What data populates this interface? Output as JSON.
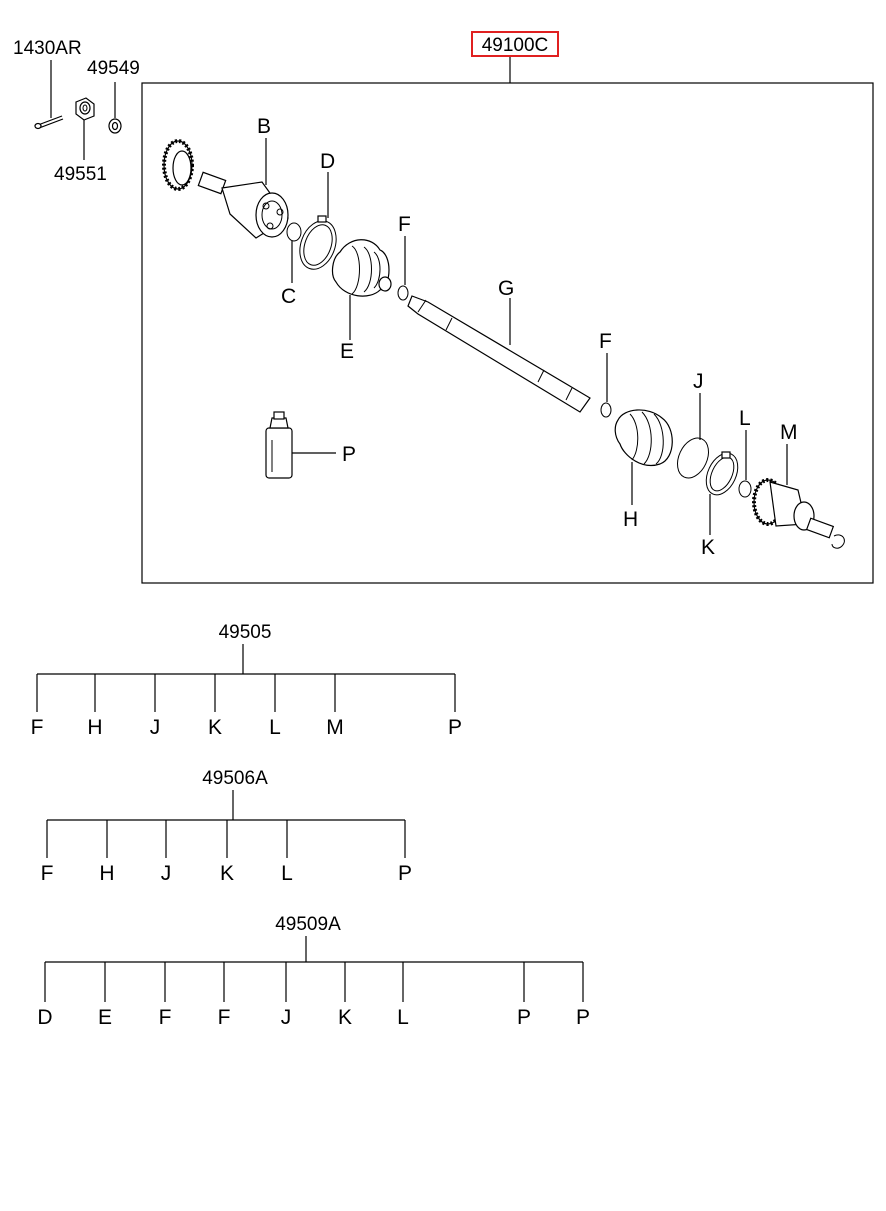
{
  "assembly": {
    "code": "49100C",
    "highlight_color": "#e02020"
  },
  "loose_parts": {
    "pin": "1430AR",
    "washer": "49549",
    "nut": "49551"
  },
  "callouts": {
    "B": "B",
    "C": "C",
    "D": "D",
    "E": "E",
    "F1": "F",
    "G": "G",
    "F2": "F",
    "J": "J",
    "L": "L",
    "M": "M",
    "H": "H",
    "K": "K",
    "P": "P"
  },
  "kits": [
    {
      "code": "49505",
      "items": [
        "F",
        "H",
        "J",
        "K",
        "L",
        "M",
        "P"
      ]
    },
    {
      "code": "49506A",
      "items": [
        "F",
        "H",
        "J",
        "K",
        "L",
        "P"
      ]
    },
    {
      "code": "49509A",
      "items": [
        "D",
        "E",
        "F",
        "F",
        "J",
        "K",
        "L",
        "P",
        "P"
      ]
    }
  ]
}
